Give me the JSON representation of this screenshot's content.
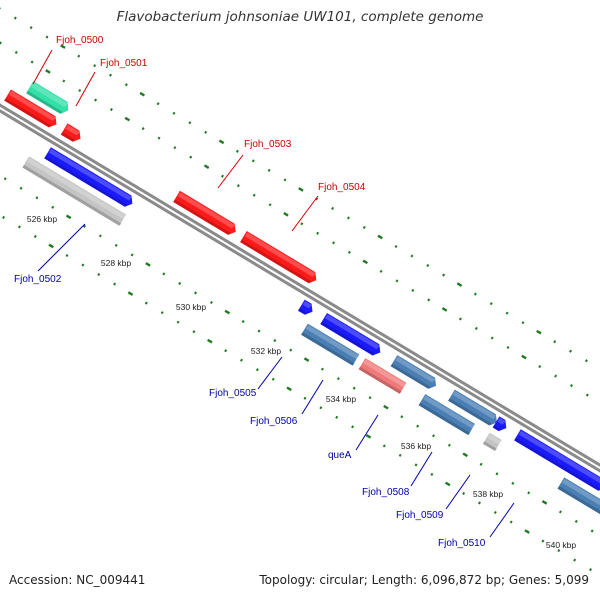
{
  "title": "Flavobacterium johnsoniae UW101, complete genome",
  "footer": {
    "accession": "Accession: NC_009441",
    "summary": "Topology: circular; Length: 6,096,872 bp; Genes: 5,099"
  },
  "colors": {
    "backbone": "#8a8a8a",
    "tick": "#1f7a1f",
    "forward_label": "#cc0000",
    "reverse_label": "#0000aa",
    "gene_red": "#ff1a1a",
    "gene_blue": "#1a1aff",
    "gene_steel": "#4a7fb5",
    "gene_gray": "#c4c4c4",
    "gene_pink": "#f07a7a",
    "gene_teal": "#33e0a8"
  },
  "scale_labels": [
    "526 kbp",
    "528 kbp",
    "530 kbp",
    "532 kbp",
    "534 kbp",
    "536 kbp",
    "538 kbp",
    "540 kbp"
  ],
  "genes": [
    {
      "name": "Fjoh_0500",
      "strand": "forward",
      "color": "gene_teal"
    },
    {
      "name": "Fjoh_0501",
      "strand": "forward",
      "color": "gene_red"
    },
    {
      "name": "Fjoh_0502",
      "strand": "reverse",
      "color": "gene_blue"
    },
    {
      "name": "Fjoh_0503",
      "strand": "forward",
      "color": "gene_red"
    },
    {
      "name": "Fjoh_0504",
      "strand": "forward",
      "color": "gene_red"
    },
    {
      "name": "Fjoh_0505",
      "strand": "reverse",
      "color": "gene_blue"
    },
    {
      "name": "Fjoh_0506",
      "strand": "reverse",
      "color": "gene_steel"
    },
    {
      "name": "queA",
      "strand": "reverse",
      "color": "gene_pink"
    },
    {
      "name": "Fjoh_0508",
      "strand": "reverse",
      "color": "gene_steel"
    },
    {
      "name": "Fjoh_0509",
      "strand": "reverse",
      "color": "gene_gray"
    },
    {
      "name": "Fjoh_0510",
      "strand": "reverse",
      "color": "gene_blue"
    }
  ]
}
